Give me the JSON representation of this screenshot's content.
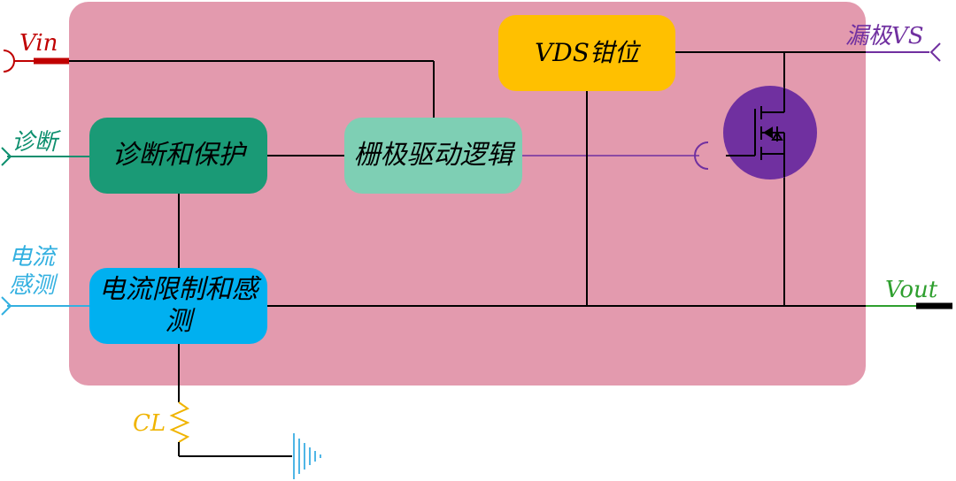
{
  "blocks": {
    "vds_clamp": "VDS钳位",
    "diagnosis_protection": "诊断和保护",
    "gate_drive_logic": "栅极驱动逻辑",
    "current_limit_sense": "电流限制和感测"
  },
  "pins": {
    "vin": "Vin",
    "diagnosis": "诊断",
    "current_sense": "电流感测",
    "drain_vs": "漏极VS",
    "vout": "Vout",
    "cl": "CL"
  },
  "colors": {
    "panel": "#e39aae",
    "vds_clamp": "#ffc000",
    "diagnosis": "#1a9a76",
    "gate_drive": "#7ecfb4",
    "current": "#00b0f0",
    "mosfet": "#7030a0",
    "vin": "#c00000",
    "vout": "#2e9f2e",
    "cl": "#f0b400"
  }
}
